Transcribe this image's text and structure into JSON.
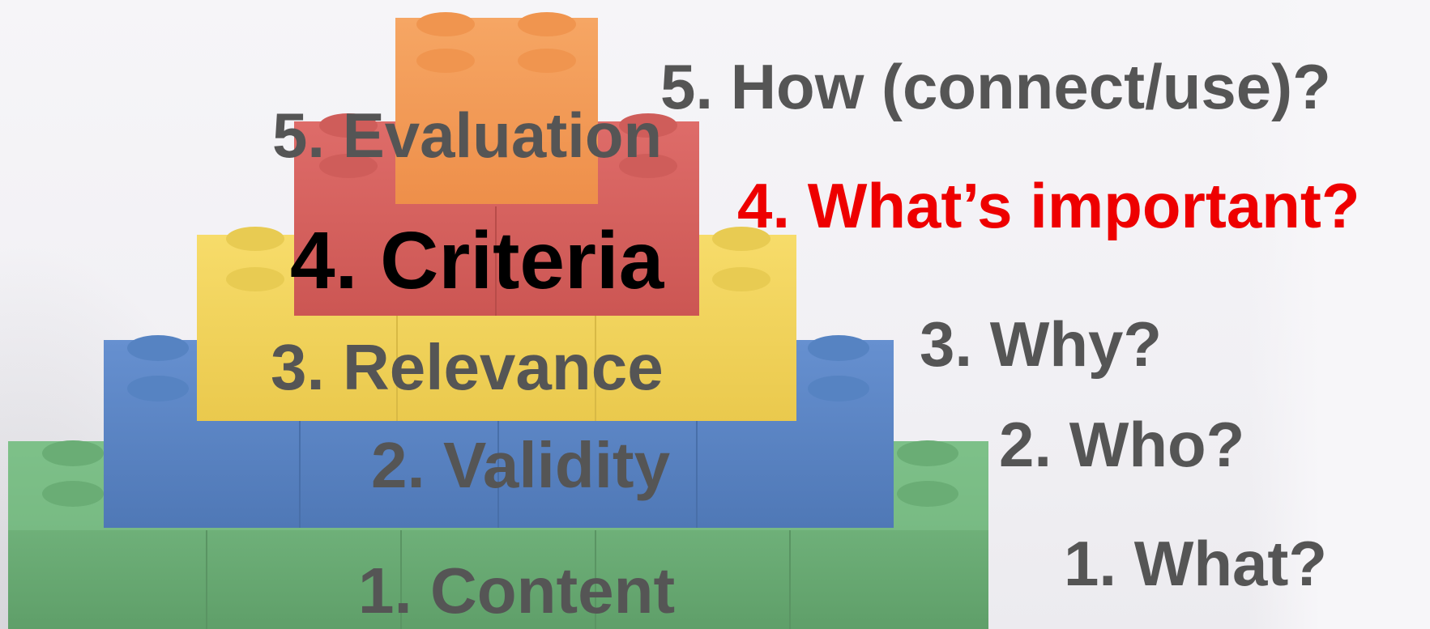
{
  "pyramid": {
    "levels": [
      {
        "label": "1. Content",
        "brick_color": "#72b57e"
      },
      {
        "label": "2. Validity",
        "brick_color": "#5c87c8"
      },
      {
        "label": "3. Relevance",
        "brick_color": "#f4d35e"
      },
      {
        "label": "4. Criteria",
        "brick_color": "#d9625f"
      },
      {
        "label": "5. Evaluation",
        "brick_color": "#f39a56"
      }
    ]
  },
  "questions": {
    "q1": "1. What?",
    "q2": "2. Who?",
    "q3": "3. Why?",
    "q4": "4. What’s important?",
    "q5": "5. How (connect/use)?"
  },
  "colors": {
    "label_text": "#555555",
    "highlight_label": "#000000",
    "highlight_question": "#ee0000"
  }
}
